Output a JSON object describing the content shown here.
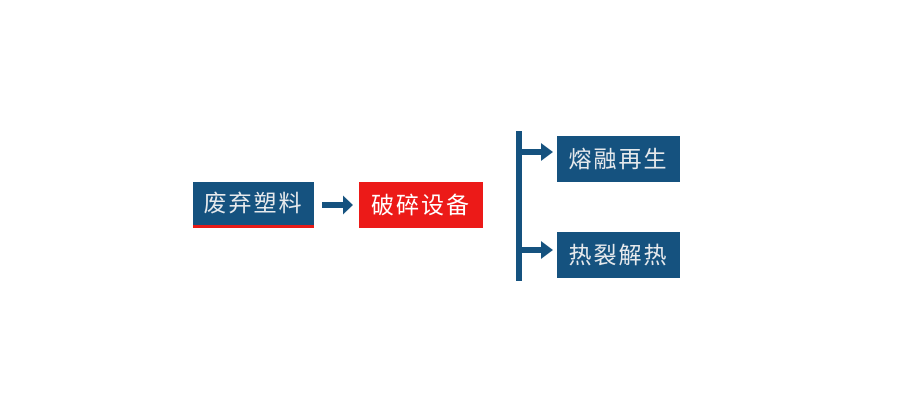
{
  "diagram": {
    "title": "waste-plastic-processing-flow",
    "background_color": "#ffffff",
    "colors": {
      "blue": "#15527F",
      "red": "#EC1A18",
      "accent_underline": "#E81B17",
      "node_text": "#E6E9EC",
      "red_node_text": "#FFFFFF",
      "connector": "#15527F"
    },
    "nodes": [
      {
        "id": "waste-plastic",
        "label": "废弃塑料",
        "fill": "#15527F",
        "text_color": "#E6E9EC",
        "underline_color": "#E81B17"
      },
      {
        "id": "crushing-equipment",
        "label": "破碎设备",
        "fill": "#EC1A18",
        "text_color": "#FFFFFF"
      },
      {
        "id": "melt-regeneration",
        "label": "熔融再生",
        "fill": "#15527F",
        "text_color": "#E6E9EC"
      },
      {
        "id": "pyrolysis-heat",
        "label": "热裂解热",
        "fill": "#15527F",
        "text_color": "#E6E9EC"
      }
    ],
    "connectors": [
      {
        "id": "main-arrow",
        "type": "arrow-right",
        "from": "waste-plastic",
        "to": "crushing-equipment"
      },
      {
        "id": "branch",
        "type": "split-two-arrows-right",
        "from": "crushing-equipment",
        "to": [
          "melt-regeneration",
          "pyrolysis-heat"
        ]
      }
    ]
  }
}
